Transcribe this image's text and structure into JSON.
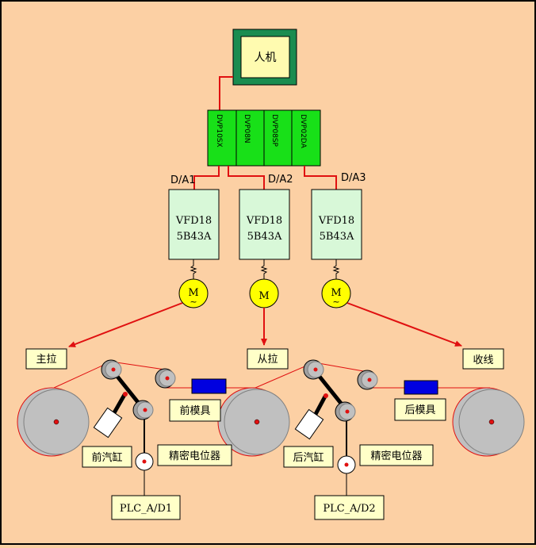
{
  "hmi": {
    "label": "人机"
  },
  "plc_modules": [
    "DVP10SX",
    "DVP08N",
    "DVP08SP",
    "DVP02DA"
  ],
  "da_labels": [
    "D/A1",
    "D/A2",
    "D/A3"
  ],
  "vfds": [
    {
      "line1": "VFD18",
      "line2": "5B43A"
    },
    {
      "line1": "VFD18",
      "line2": "5B43A"
    },
    {
      "line1": "VFD18",
      "line2": "5B43A"
    }
  ],
  "motors": [
    {
      "label": "M",
      "symbol": "~"
    },
    {
      "label": "M",
      "symbol": ""
    },
    {
      "label": "M",
      "symbol": "~"
    }
  ],
  "drives": {
    "main_pull": "主拉",
    "follow_pull": "从拉",
    "winder": "收线"
  },
  "left_section": {
    "mold": "前模具",
    "cylinder": "前汽缸",
    "potentiometer": "精密电位器",
    "plc_ad": "PLC_A/D1"
  },
  "right_section": {
    "mold": "后模具",
    "cylinder": "后汽缸",
    "potentiometer": "精密电位器",
    "plc_ad": "PLC_A/D2"
  },
  "colors": {
    "background": "#fcd0a4",
    "wire": "#e01010",
    "plc_green": "#18e018",
    "vfd_fill": "#d8f8d8",
    "hmi_frame": "#1a8c50",
    "hmi_fill": "#fffbb0",
    "label_fill": "#ffffc8",
    "motor_fill": "#ffff00",
    "mold_blue": "#0000e0",
    "drum_gray": "#c0c0c0"
  }
}
